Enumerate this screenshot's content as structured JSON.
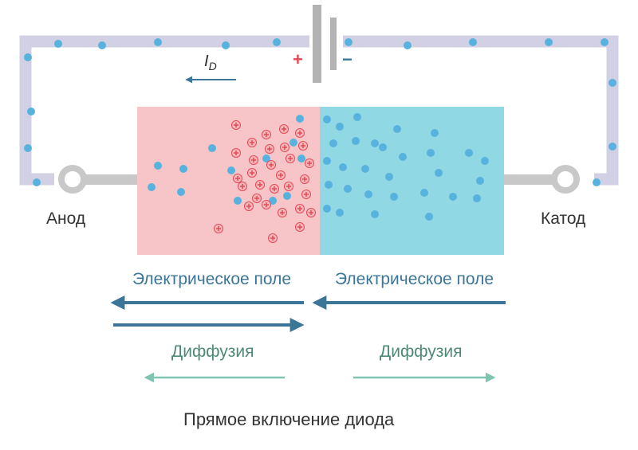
{
  "diagram": {
    "title": "Прямое включение диода",
    "anode_label": "Анод",
    "cathode_label": "Катод",
    "current_label": "I",
    "current_subscript": "D",
    "battery_plus": "+",
    "battery_minus": "−",
    "field_label_left": "Электрическое поле",
    "field_label_right": "Электрическое поле",
    "diffusion_label_left": "Диффузия",
    "diffusion_label_right": "Диффузия"
  },
  "colors": {
    "wire": "#d1d0e4",
    "lead": "#c8c8c8",
    "p_region": "#f7c4c7",
    "n_region": "#8fd8e4",
    "electron": "#58b2de",
    "hole": "#e34a55",
    "hole_fill": "#f8b6bb",
    "field_arrow": "#3b7598",
    "diffusion_arrow": "#7fc3b0",
    "battery_plate": "#b3b3b3"
  }
}
